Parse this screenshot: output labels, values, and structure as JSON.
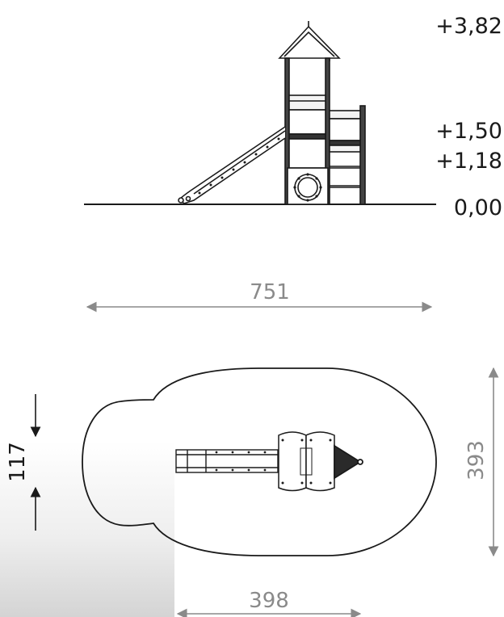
{
  "elevation": {
    "levels": {
      "top": "+3,82",
      "platform_high": "+1,50",
      "platform_low": "+1,18",
      "ground": "0,00"
    }
  },
  "dimensions": {
    "overall_length": "751",
    "safety_zone_depth": "393",
    "equipment_width": "117",
    "bottom_width": "398"
  },
  "colors": {
    "line": "#1a1a1a",
    "dimension": "#8a8a8a",
    "shadow": "#d9d9d9"
  }
}
